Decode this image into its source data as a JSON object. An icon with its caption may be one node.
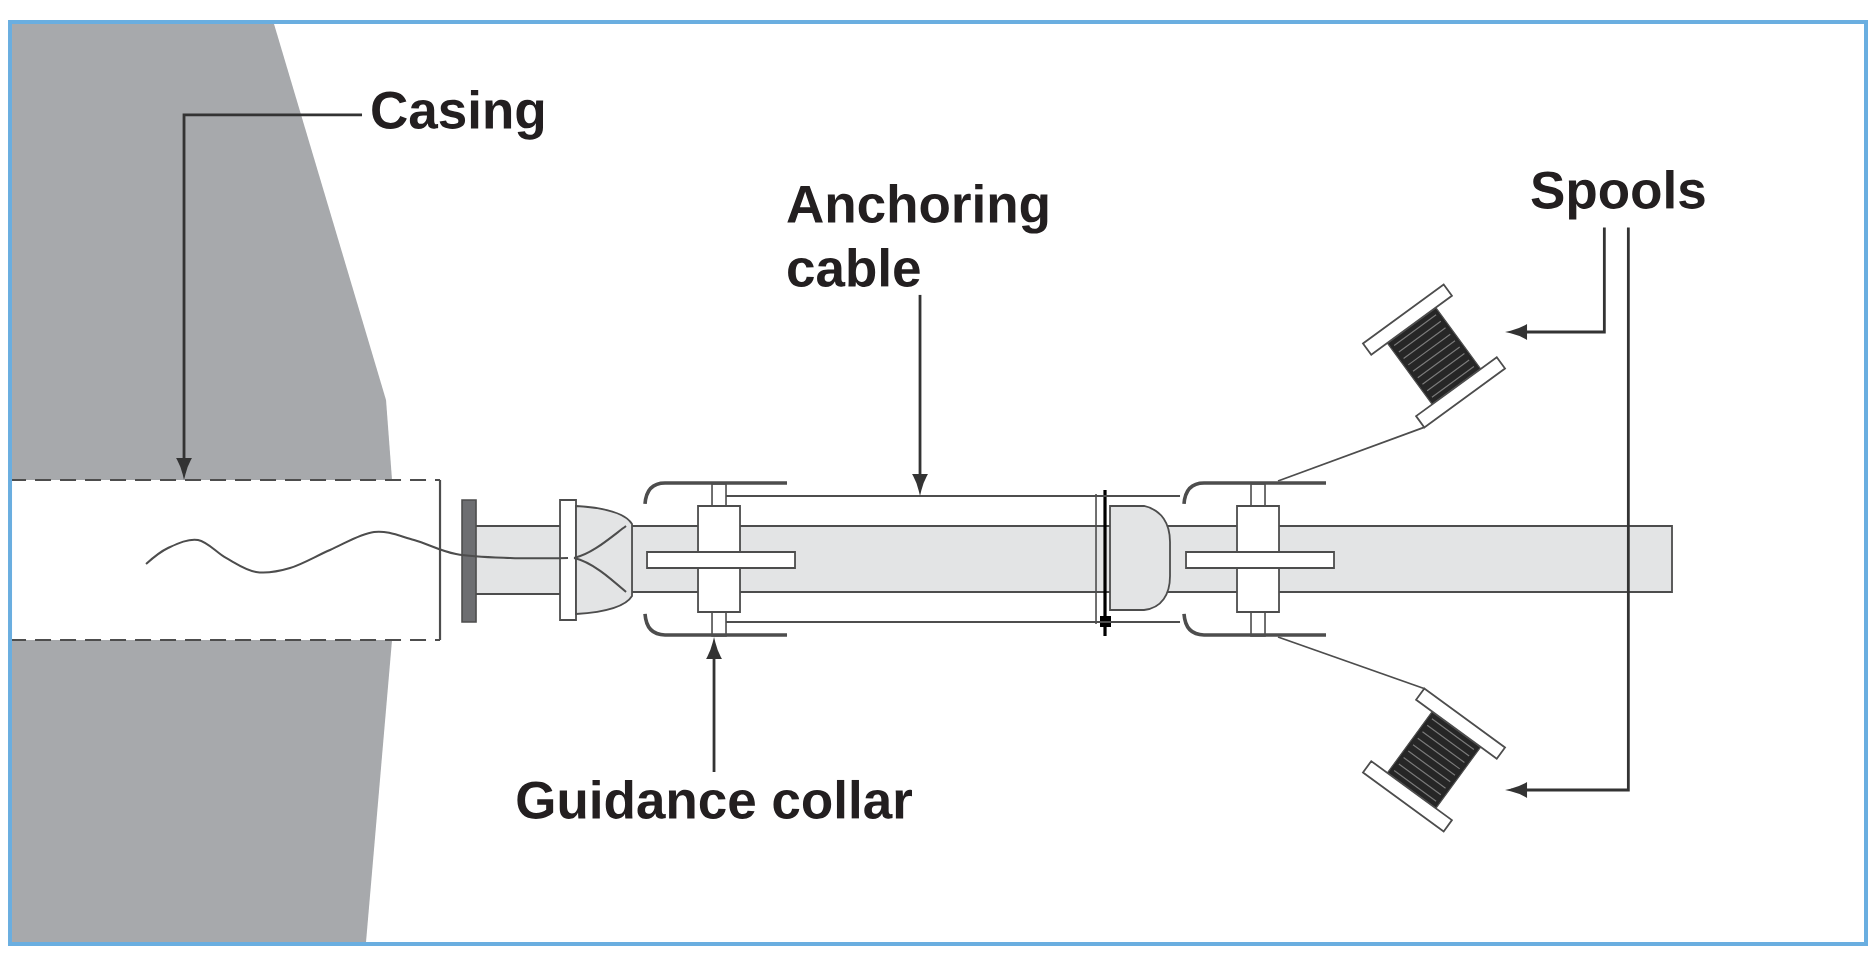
{
  "diagram": {
    "nodes": [
      {
        "text": [
          "Casing"
        ]
      },
      {
        "text": [],
        "shape": "box"
      },
      {
        "text": [
          "Anchoring cable"
        ]
      },
      {
        "text": [],
        "shape": "bar"
      },
      {
        "text": [
          "Spools"
        ]
      },
      {
        "text": [],
        "shape": "picture"
      },
      {
        "text": [],
        "shape": "picture"
      },
      {
        "text": [],
        "shape": "picture"
      },
      {
        "text": [
          "Guidance collar"
        ]
      },
      {
        "text": [],
        "shape": "picture"
      }
    ],
    "edges": [
      {
        "from": 0,
        "to": 1,
        "arrow": "to"
      },
      {
        "from": 2,
        "to": 3,
        "arrow": "to"
      },
      {
        "from": 4,
        "to": 5,
        "arrow": "to"
      },
      {
        "from": 4,
        "to": 6,
        "arrow": "to"
      },
      {
        "from": 8,
        "to": 7,
        "arrow": "to"
      },
      {
        "from": 9,
        "to": 5,
        "arrow": "none"
      },
      {
        "from": 9,
        "to": 6,
        "arrow": "none"
      }
    ]
  }
}
